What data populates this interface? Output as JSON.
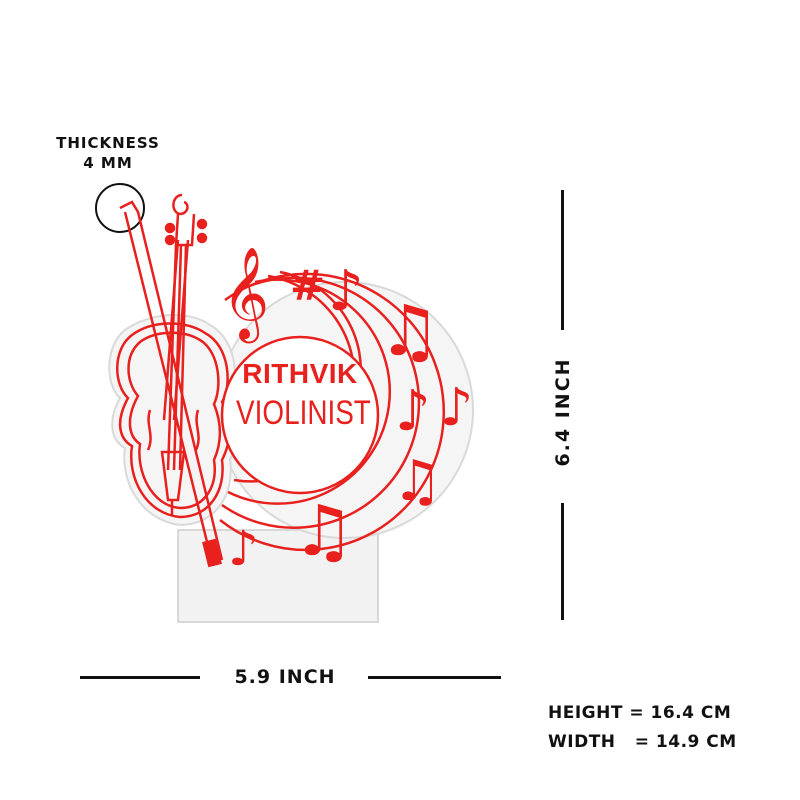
{
  "thickness": {
    "title": "THICKNESS",
    "value": "4 MM"
  },
  "dimensions": {
    "width": "5.9 INCH",
    "height": "6.4 INCH"
  },
  "specs": {
    "height": "HEIGHT = 16.4 CM",
    "width": "WIDTH   = 14.9 CM"
  },
  "product": {
    "name": "RITHVIK",
    "title": "VIOLINIST"
  },
  "colors": {
    "accent": "#e8201e",
    "acrylic": "#f4f4f4",
    "text": "#111111"
  },
  "icons": [
    "violin-icon",
    "bow-icon",
    "treble-clef-icon",
    "sharp-icon",
    "music-note-icon"
  ]
}
